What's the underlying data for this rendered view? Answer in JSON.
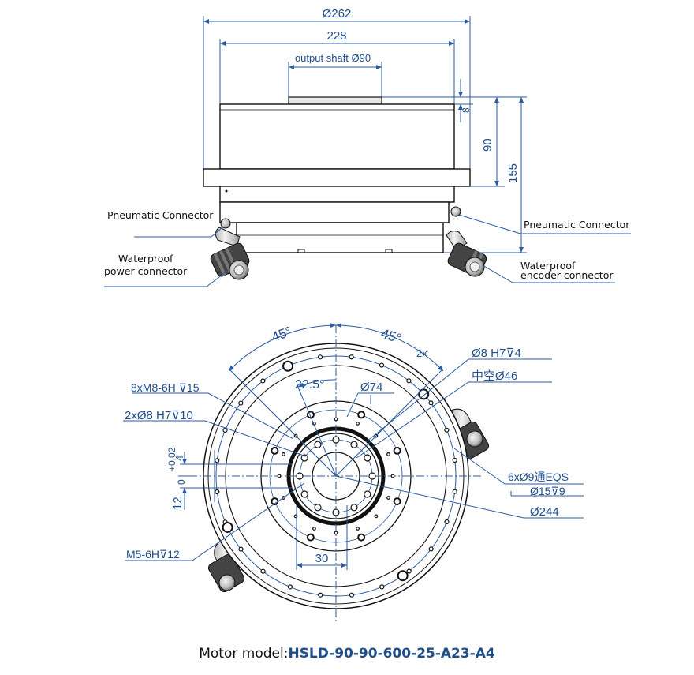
{
  "side_view": {
    "dim_d262": "Ø262",
    "dim_228": "228",
    "dim_shaft": "output shaft Ø90",
    "dim_8": "8",
    "dim_90": "90",
    "dim_155": "155",
    "pneumatic_left": "Pneumatic Connector",
    "pneumatic_right": "Pneumatic Connector",
    "waterproof_power_l1": "Waterproof",
    "waterproof_power_l2": "power connector",
    "waterproof_encoder_l1": "Waterproof",
    "waterproof_encoder_l2": "encoder connector"
  },
  "top_view": {
    "angle_left": "45°",
    "angle_right": "45°",
    "angle_small": "22.5°",
    "dim_2x": "2x",
    "dim_pin": "Ø8 H7⊽4",
    "dim_hollow": "中空Ø46",
    "dim_d74": "Ø74",
    "dim_8xm8": "8xM8-6H ⊽15",
    "dim_2xd8": "2xØ8 H7⊽10",
    "dim_tol_top": "+0.02",
    "dim_tol_bottom": "0",
    "dim_12": "12",
    "dim_4": "4",
    "dim_6x": "6xØ9通EQS",
    "dim_cbore": "Ø15⊽9",
    "dim_d244": "Ø244",
    "dim_m5": "M5-6H⊽12",
    "dim_30": "30"
  },
  "caption": {
    "prefix": "Motor model:",
    "model": "HSLD-90-90-600-25-A23-A4"
  }
}
